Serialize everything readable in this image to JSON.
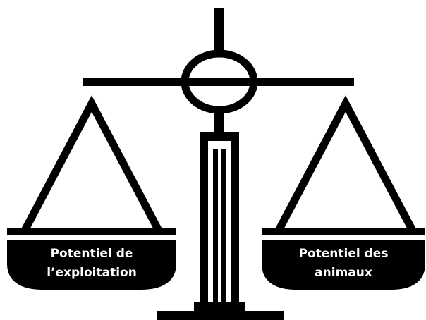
{
  "diagram": {
    "left_pan": {
      "line1": "Potentiel de",
      "line2": "l’exploitation"
    },
    "right_pan": {
      "line1": "Potentiel des",
      "line2": "animaux"
    },
    "colors": {
      "ink": "#000000",
      "background": "#ffffff",
      "label_text": "#ffffff"
    }
  }
}
